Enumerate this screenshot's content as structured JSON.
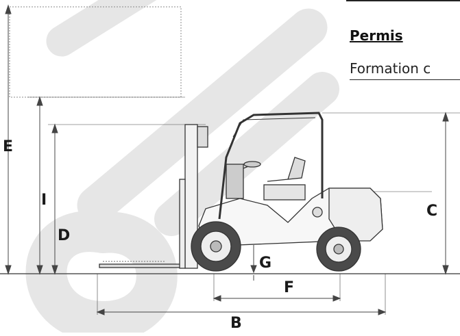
{
  "section": {
    "title": "Permis",
    "text": "Formation c"
  },
  "dimensions": {
    "E": "E",
    "I": "I",
    "D": "D",
    "C": "C",
    "G": "G",
    "F": "F",
    "B": "B"
  },
  "colors": {
    "line": "#333333",
    "watermark": "#e9e9e9",
    "tire": "#4a4a4a"
  }
}
